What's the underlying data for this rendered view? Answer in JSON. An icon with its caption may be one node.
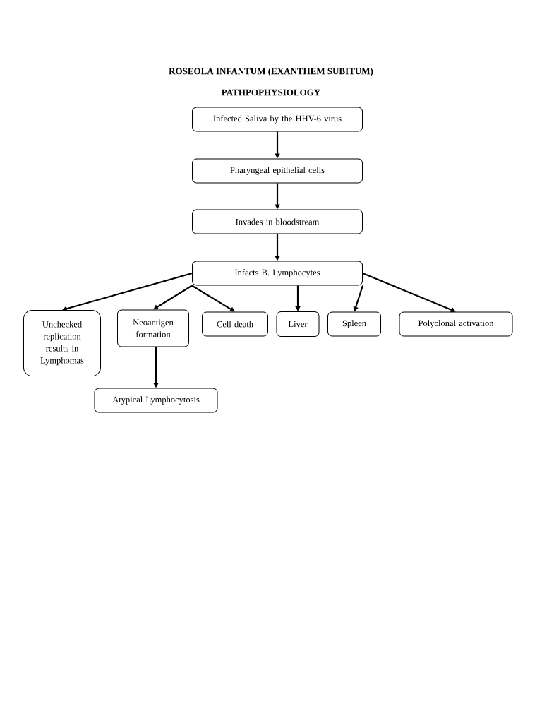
{
  "diagram": {
    "title": "ROSEOLA INFANTUM (EXANTHEM SUBITUM)",
    "nodes": [
      {
        "text": [
          "Infected Saliva by the HHV-6 virus"
        ]
      },
      {
        "text": [
          "Pharyngeal epithelial cells"
        ]
      },
      {
        "text": [
          "Invades in bloodstream"
        ]
      },
      {
        "text": [
          "Infects B. Lymphocytes"
        ]
      },
      {
        "text": [
          "Unchecked replication results in Lymphomas"
        ]
      },
      {
        "text": [
          "Neoantigen formation"
        ]
      },
      {
        "text": [
          "Cell death"
        ]
      },
      {
        "text": [
          "Liver"
        ]
      },
      {
        "text": [
          "Spleen"
        ]
      },
      {
        "text": [
          "Polyclonal activation"
        ]
      },
      {
        "text": [
          "Atypical Lymphocytosis"
        ]
      }
    ],
    "edges": [
      {
        "from": 0,
        "to": 1,
        "arrow": "to"
      },
      {
        "from": 1,
        "to": 2,
        "arrow": "to"
      },
      {
        "from": 2,
        "to": 3,
        "arrow": "to"
      },
      {
        "from": 3,
        "to": 4,
        "arrow": "to"
      },
      {
        "from": 3,
        "to": 5,
        "arrow": "to"
      },
      {
        "from": 3,
        "to": 6,
        "arrow": "to"
      },
      {
        "from": 3,
        "to": 7,
        "arrow": "to"
      },
      {
        "from": 3,
        "to": 8,
        "arrow": "to"
      },
      {
        "from": 3,
        "to": 9,
        "arrow": "to"
      },
      {
        "from": 5,
        "to": 10,
        "arrow": "to"
      }
    ],
    "labels": [
      "PATHPOPHYSIOLOGY"
    ]
  }
}
